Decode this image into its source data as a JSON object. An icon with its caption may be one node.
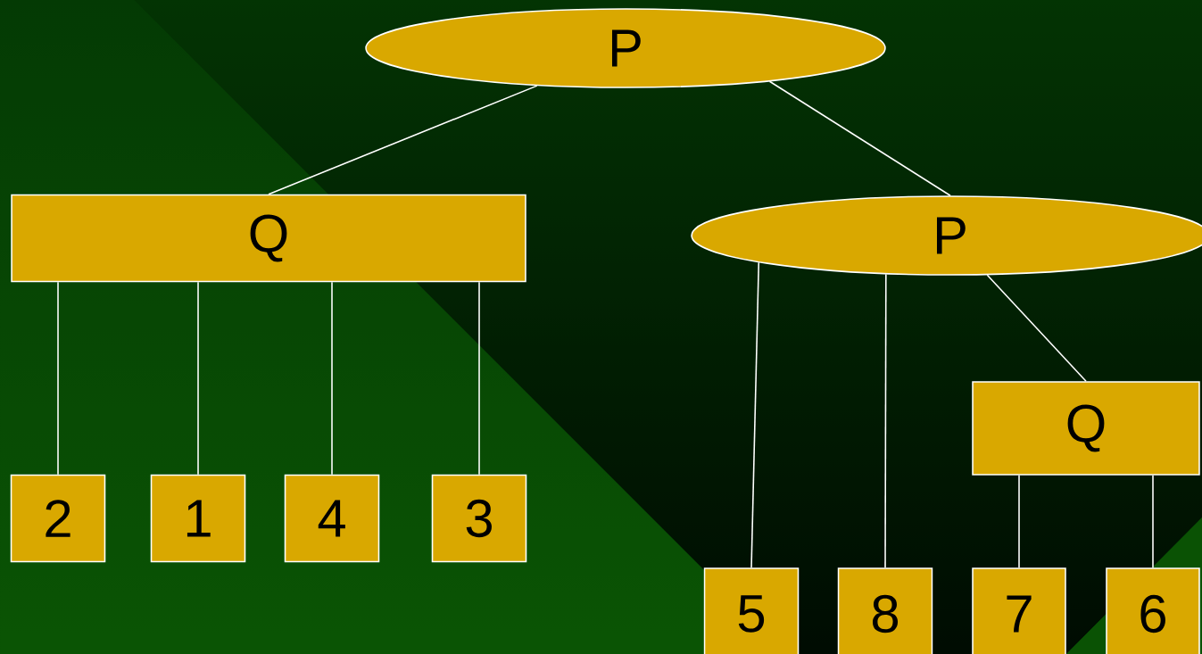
{
  "diagram": {
    "nodes": [
      {
        "text": [
          "P"
        ]
      },
      {
        "text": [
          "Q"
        ]
      },
      {
        "text": [
          "P"
        ]
      },
      {
        "text": [
          "2"
        ]
      },
      {
        "text": [
          "1"
        ]
      },
      {
        "text": [
          "4"
        ]
      },
      {
        "text": [
          "3"
        ]
      },
      {
        "text": [
          "Q"
        ]
      },
      {
        "text": [
          "5"
        ]
      },
      {
        "text": [
          "8"
        ]
      },
      {
        "text": [
          "7"
        ]
      },
      {
        "text": [
          "6"
        ]
      }
    ],
    "edges": [
      {
        "from": 0,
        "to": 1,
        "arrow": "none"
      },
      {
        "from": 0,
        "to": 2,
        "arrow": "none"
      },
      {
        "from": 1,
        "to": 3,
        "arrow": "none"
      },
      {
        "from": 1,
        "to": 4,
        "arrow": "none"
      },
      {
        "from": 1,
        "to": 5,
        "arrow": "none"
      },
      {
        "from": 1,
        "to": 6,
        "arrow": "none"
      },
      {
        "from": 2,
        "to": 8,
        "arrow": "none"
      },
      {
        "from": 2,
        "to": 9,
        "arrow": "none"
      },
      {
        "from": 2,
        "to": 7,
        "arrow": "none"
      },
      {
        "from": 7,
        "to": 10,
        "arrow": "none"
      },
      {
        "from": 7,
        "to": 11,
        "arrow": "none"
      }
    ]
  }
}
